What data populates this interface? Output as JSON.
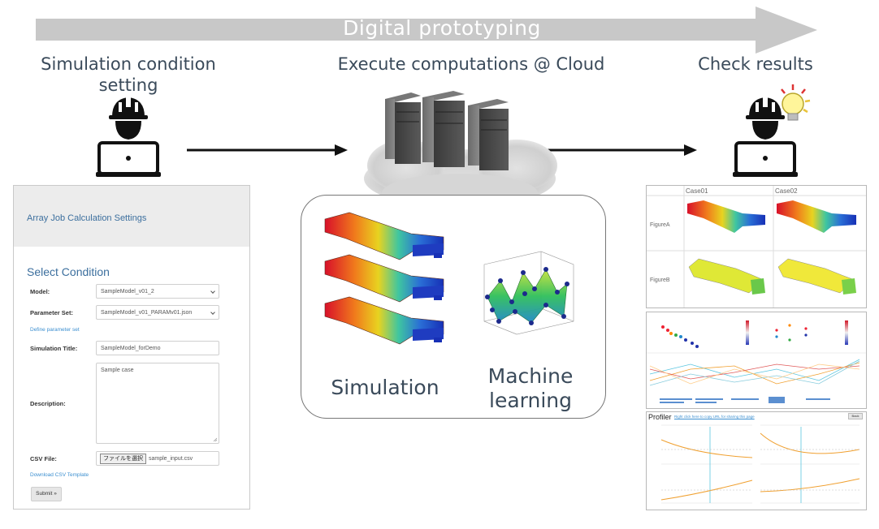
{
  "banner": {
    "text": "Digital prototyping"
  },
  "stages": {
    "setting": {
      "title_line1": "Simulation condition",
      "title_line2": "setting"
    },
    "compute": {
      "title": "Execute computations @ Cloud"
    },
    "results": {
      "title": "Check results"
    }
  },
  "form": {
    "header_title": "Array Job Calculation Settings",
    "section_title": "Select Condition",
    "model_label": "Model:",
    "model_value": "SampleModel_v01_2",
    "param_label": "Parameter Set:",
    "param_value": "SampleModel_v01_PARAMv01.json",
    "define_param_link": "Define parameter set",
    "title_label": "Simulation Title:",
    "title_value": "SampleModel_forDemo",
    "desc_label": "Description:",
    "desc_value": "Sample case",
    "csv_label": "CSV File:",
    "file_button": "ファイルを選択",
    "file_name": "sample_input.csv",
    "csv_template_link": "Download CSV Template",
    "submit_label": "Submit »"
  },
  "cloud": {
    "simulation_label": "Simulation",
    "ml_label_line1": "Machine",
    "ml_label_line2": "learning"
  },
  "results": {
    "comparison": {
      "col1": "Case01",
      "col2": "Case02",
      "row1": "FigureA",
      "row2": "FigureB"
    },
    "profiler": {
      "title": "Profiler",
      "share_link": "Right click here to copy URL for sharing this page",
      "back_label": "Back"
    }
  },
  "colors": {
    "banner": "#c8c8c8",
    "form_link": "#3c8fd0",
    "form_title": "#3c6f9e",
    "accent_orange": "#f0a030",
    "accent_cyan": "#5bc6e0"
  }
}
